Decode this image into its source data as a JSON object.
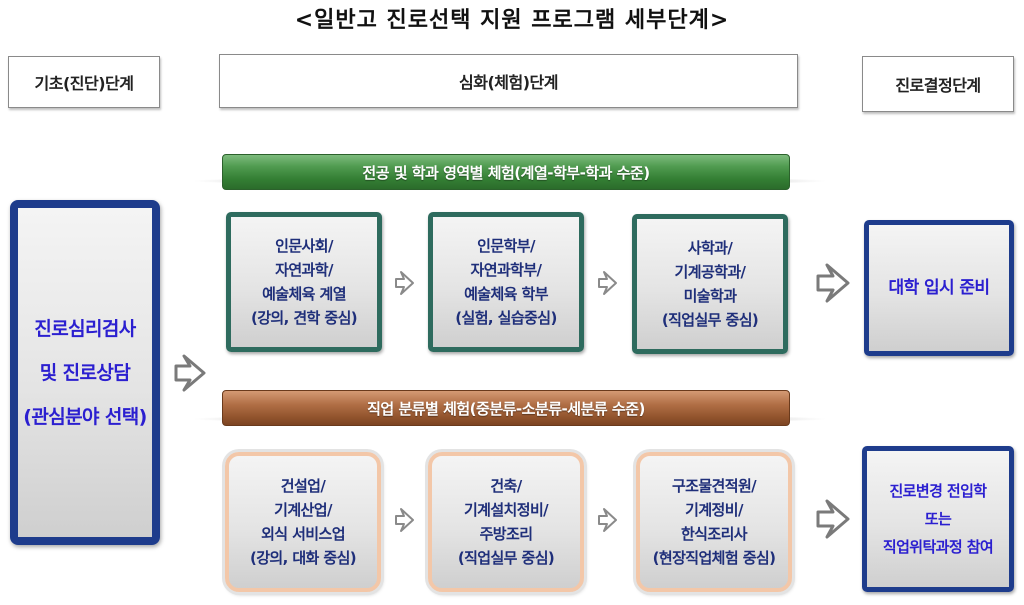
{
  "title": "<일반고 진로선택 지원 프로그램 세부단계>",
  "stages": {
    "basic": "기초(진단)단계",
    "deepening": "심화(체험)단계",
    "decision": "진로결정단계"
  },
  "left_box": {
    "lines": [
      "진로심리검사",
      "및 진로상담",
      "(관심분야 선택)"
    ]
  },
  "track_major": {
    "banner": "전공 및 학과 영역별 체험(계열-학부-학과 수준)",
    "steps": [
      {
        "lines": [
          "인문사회/",
          "자연과학/",
          "예술체육 계열",
          "(강의, 견학 중심)"
        ]
      },
      {
        "lines": [
          "인문학부/",
          "자연과학부/",
          "예술체육 학부",
          "(실험, 실습중심)"
        ]
      },
      {
        "lines": [
          "사학과/",
          "기계공학과/",
          "미술학과",
          "(직업실무 중심)"
        ]
      }
    ],
    "outcome": {
      "lines": [
        "대학 입시 준비"
      ]
    }
  },
  "track_job": {
    "banner": "직업 분류별 체험(중분류-소분류-세분류 수준)",
    "steps": [
      {
        "lines": [
          "건설업/",
          "기계산업/",
          "외식 서비스업",
          "(강의, 대화 중심)"
        ]
      },
      {
        "lines": [
          "건축/",
          "기계설치정비/",
          "주방조리",
          "(직업실무 중심)"
        ]
      },
      {
        "lines": [
          "구조물견적원/",
          "기계정비/",
          "한식조리사",
          "(현장직업체험 중심)"
        ]
      }
    ],
    "outcome": {
      "lines": [
        "진로변경 전입학",
        "또는",
        "직업위탁과정 참여"
      ]
    }
  },
  "icons": {
    "arrow": "right-arrow-icon"
  },
  "colors": {
    "teal_border": "#2e6b5e",
    "peach_border": "#f3c7a8",
    "navy_border": "#1e3c8c",
    "green_banner": "#347f34",
    "brown_banner": "#93552e",
    "dark_text": "#1f2f7a",
    "blue_text": "#2b1fd0"
  }
}
